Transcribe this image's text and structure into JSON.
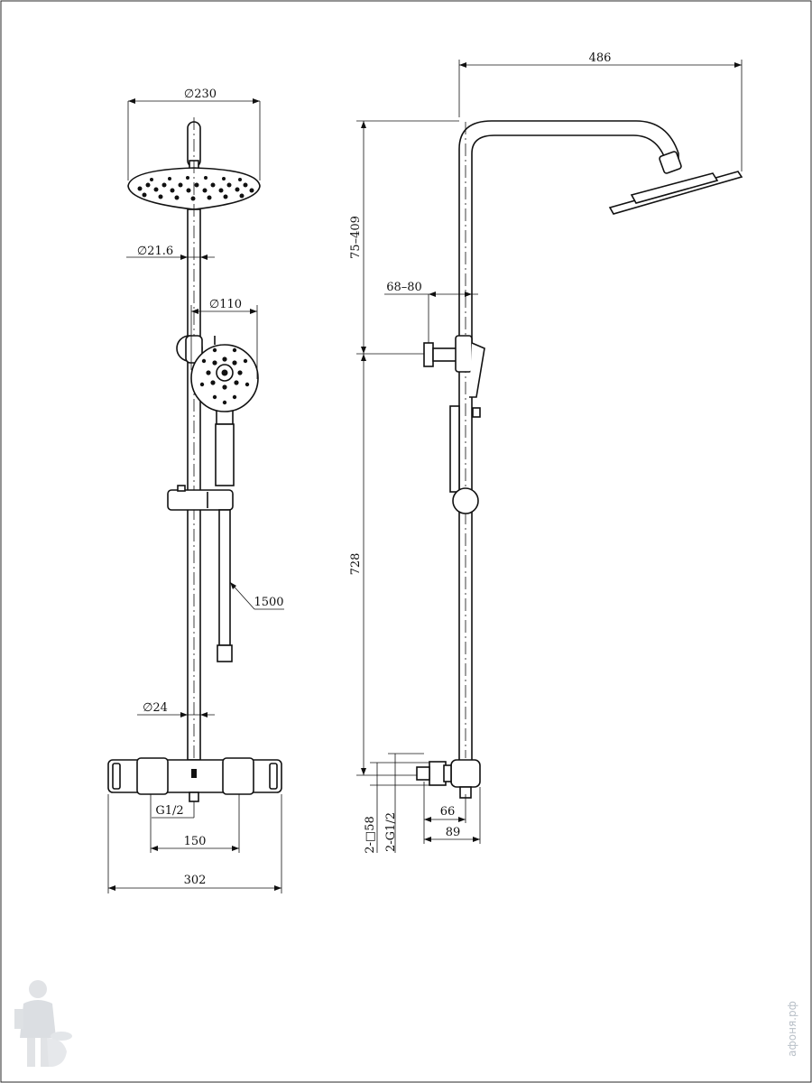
{
  "front_view": {
    "head_diameter": "∅230",
    "pipe_diameter": "∅21.6",
    "hand_shower_diameter": "∅110",
    "hose_length": "1500",
    "lower_pipe_diameter": "∅24",
    "inlet_thread": "G1/2",
    "inlet_spacing": "150",
    "mixer_width": "302"
  },
  "side_view": {
    "arm_reach": "486",
    "height_adjust": "75–409",
    "bracket_offset": "68–80",
    "lower_height": "728",
    "connector_size": "2-□58",
    "connector_thread": "2-G1/2",
    "depth_inner": "66",
    "depth_outer": "89"
  },
  "watermark": "афоня.рф",
  "colors": {
    "line": "#111111",
    "background": "#ffffff",
    "watermark": "#b9c0c8"
  }
}
